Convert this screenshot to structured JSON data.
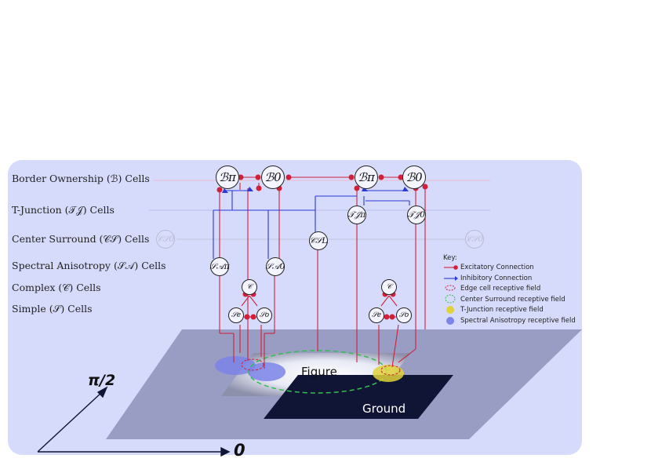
{
  "rows": {
    "border": "Border Ownership (ℬ) Cells",
    "tjunction": "T-Junction (𝒯𝒥) Cells",
    "center": "Center Surround (𝒞𝒮) Cells",
    "spectral": "Spectral Anisotropy (𝒮𝒜) Cells",
    "complex": "Complex (𝒞) Cells",
    "simple": "Simple (𝒮) Cells"
  },
  "nodes": {
    "b_pi_left": "ℬπ",
    "b_0_left": "ℬ0",
    "b_pi_right": "ℬπ",
    "b_0_right": "ℬ0",
    "tj_pi": "𝒯𝒥π",
    "tj_0": "𝒯𝒥0",
    "cs_ghost_left": "𝒞𝒮0",
    "cs_l": "𝒞𝒮L",
    "cs_ghost_right": "𝒞𝒮0",
    "sa_pi": "𝒮𝒜π",
    "sa_0": "𝒮𝒜0",
    "c_left": "𝒞",
    "c_right": "𝒞",
    "s_e_left": "𝒮e",
    "s_o_left": "𝒮o",
    "s_e_right": "𝒮e",
    "s_o_right": "𝒮o"
  },
  "legend": {
    "title": "Key:",
    "items": [
      "Excitatory Connection",
      "Inhibitory Connection",
      "Edge cell receptive field",
      "Center Surround receptive field",
      "T-Junction receptive field",
      "Spectral Anisotropy receptive field"
    ]
  },
  "surface": {
    "figure": "Figure",
    "ground": "Ground"
  },
  "axes": {
    "vertical": "π/2",
    "horizontal": "0"
  },
  "colors": {
    "excitatory": "#d0203a",
    "inhibitory": "#2a3ad6",
    "panel": "#d6dbfb",
    "ground": "#111535",
    "plane": "#9a9dc3",
    "center_surround": "#2fbf4f",
    "t_junction": "#e0d23a",
    "spectral": "#7b84e8"
  }
}
